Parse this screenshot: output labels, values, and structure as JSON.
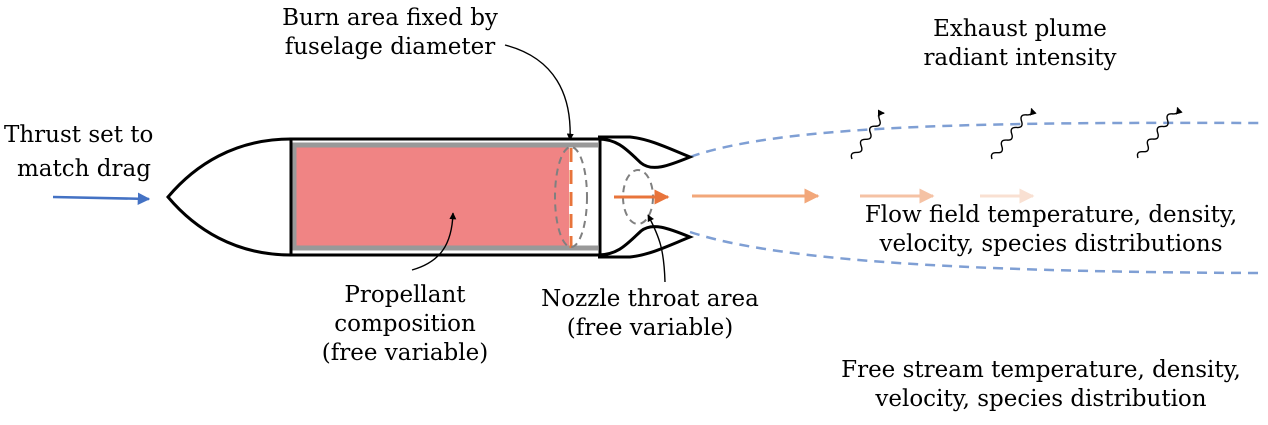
{
  "labels": {
    "thrust": [
      "Thrust set to",
      "match drag"
    ],
    "burn_area": [
      "Burn area fixed by",
      "fuselage diameter"
    ],
    "exhaust": [
      "Exhaust plume",
      "radiant intensity"
    ],
    "flow_field": [
      "Flow field temperature, density,",
      "velocity, species distributions"
    ],
    "propellant": [
      "Propellant",
      "composition",
      "(free variable)"
    ],
    "nozzle": [
      "Nozzle throat area",
      "(free variable)"
    ],
    "free_stream": [
      "Free stream temperature, density,",
      "velocity, species distribution"
    ]
  },
  "colors": {
    "propellant_fill": "#f08484",
    "casing_gray": "#999999",
    "burn_face": "#e8743b",
    "thrust_arrow": "#4472c4",
    "plume_boundary": "#7f9fd4",
    "exhaust_arrows": [
      "#e8743b",
      "#f2a77a",
      "#f5c2a4",
      "#f9e0d2"
    ],
    "outline": "#000000"
  },
  "icons": {
    "radiation": "wavy-arrow-icon",
    "pointer": "curved-leader-arrow"
  }
}
